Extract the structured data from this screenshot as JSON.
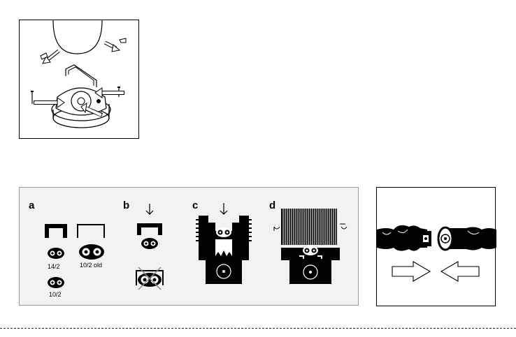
{
  "steps": {
    "a": {
      "letter": "a",
      "labels": [
        "14/2",
        "10/2 old",
        "10/2"
      ]
    },
    "b": {
      "letter": "b"
    },
    "c": {
      "letter": "c"
    },
    "d": {
      "letter": "d"
    }
  },
  "colors": {
    "ink": "#000000",
    "panel_bg": "#f2f2f2",
    "cross": "#888888"
  }
}
